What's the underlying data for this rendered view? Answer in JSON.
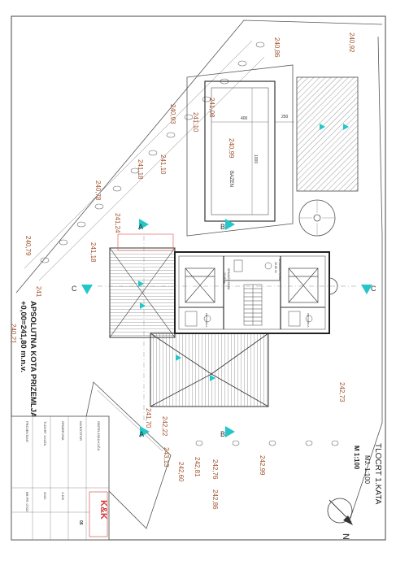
{
  "sheet": {
    "title": "TLOCRT 1.KATA",
    "scale_label": "MJ. 1:100",
    "scale_bold": "M 1:100",
    "north_letter": "N"
  },
  "abs_elevation": {
    "line1": "APSOLUTNA KOTA PRIZEMLJA",
    "line2": "+0,00=241,80 m.n.v."
  },
  "sections": {
    "a": "A",
    "b": "B",
    "c": "C"
  },
  "labels": {
    "pool": "BAZEN",
    "pool_dim_w": "400",
    "pool_dim_l": "1000",
    "pool_dim_gap": "250",
    "room_1": "SPAVAĆA SOBA",
    "room_1_area": "15,88 m²",
    "room_2": "SPAVAĆA SOBA",
    "room_2_area": "15,88 m²",
    "room_bath_1": "KUPAONICA",
    "room_bath_2": "KUPAONICA"
  },
  "elevations": [
    "240,92",
    "240,86",
    "240,93",
    "241,10",
    "241,08",
    "240,99",
    "241,18",
    "241,10",
    "240,78",
    "241,24",
    "241,18",
    "240,79",
    "241",
    "240,21",
    "241,70",
    "242,22",
    "242,73",
    "242,99",
    "242,76",
    "242,81",
    "242,60",
    "243,13",
    "242,86"
  ],
  "title_block": {
    "company": "K&K",
    "project": "OBITELJSKA KUĆA",
    "client": "INVESTITOR",
    "location": "GRAĐEVINA",
    "drawing": "TLOCRT 1.KATA",
    "scale": "1:100",
    "date": "2022.",
    "sheet_no": "05",
    "designer": "PROJEKTANT",
    "number": "BR.PR. 07/22"
  },
  "colors": {
    "line": "#3a3a3a",
    "dim": "#a0522d",
    "accent": "#24c6c8",
    "red": "#e05050",
    "logo": "#d23c3c"
  }
}
